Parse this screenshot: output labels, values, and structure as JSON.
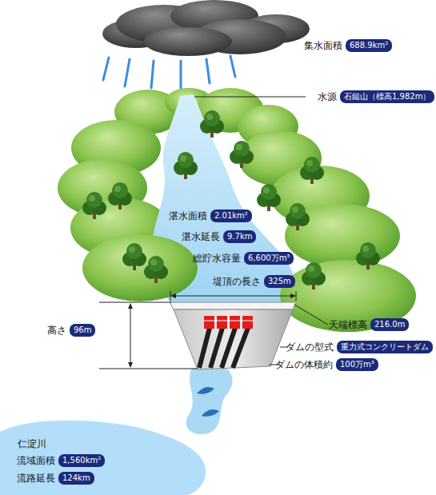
{
  "diagram": {
    "nodes": [
      {
        "text": [
          "集水面積",
          "688.9km²"
        ]
      },
      {
        "text": [
          "水源",
          "石鎚山（標高1,982m）"
        ]
      },
      {
        "text": [
          "湛水面積",
          "2.01km²"
        ]
      },
      {
        "text": [
          "湛水延長",
          "9.7km"
        ]
      },
      {
        "text": [
          "総貯水容量",
          "6,600万m³"
        ]
      },
      {
        "text": [
          "堤頂の長さ",
          "325m"
        ]
      },
      {
        "text": [
          "高さ",
          "96m"
        ]
      },
      {
        "text": [
          "天端標高",
          "216.0m"
        ]
      },
      {
        "text": [
          "ダムの型式",
          "重力式コンクリートダム"
        ]
      },
      {
        "text": [
          "ダムの体積約",
          "100万m³"
        ]
      },
      {
        "text": [
          "流域面積",
          "1,560km²"
        ]
      },
      {
        "text": [
          "流路延長",
          "124km"
        ]
      }
    ],
    "labels": [
      "仁淀川"
    ]
  }
}
